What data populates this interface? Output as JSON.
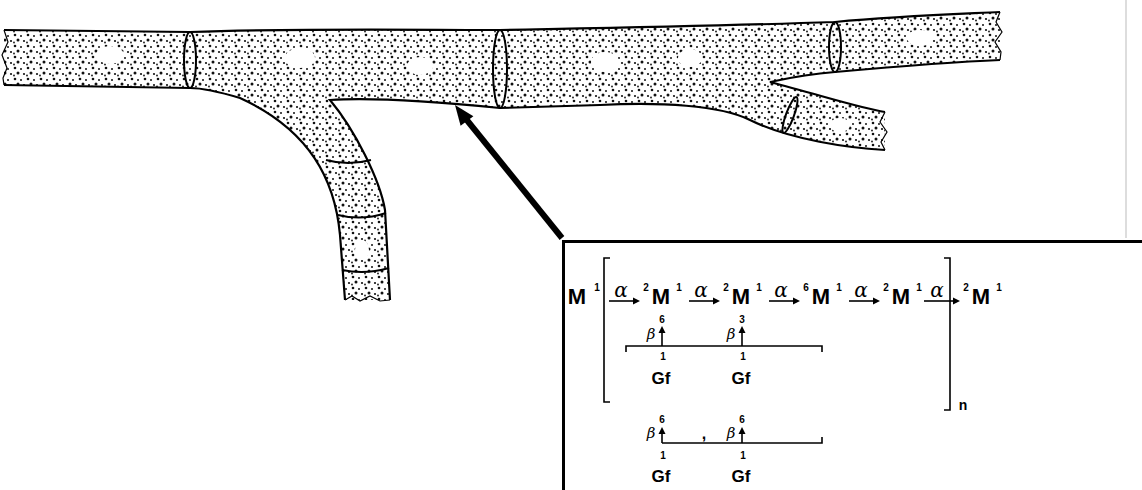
{
  "diagram": {
    "nodes": [
      {
        "text": [
          "M",
          "1",
          "α",
          "2",
          "M",
          "1",
          "α",
          "2",
          "M",
          "1",
          "α",
          "6",
          "M",
          "1",
          "α",
          "2",
          "M",
          "1",
          "α",
          "2",
          "M",
          "1",
          "6",
          "β",
          "1",
          "Gf",
          "3",
          "β",
          "1",
          "Gf",
          "n",
          "6",
          "β",
          "1",
          "Gf",
          ",",
          "6",
          "β",
          "1",
          "Gf"
        ]
      }
    ]
  }
}
